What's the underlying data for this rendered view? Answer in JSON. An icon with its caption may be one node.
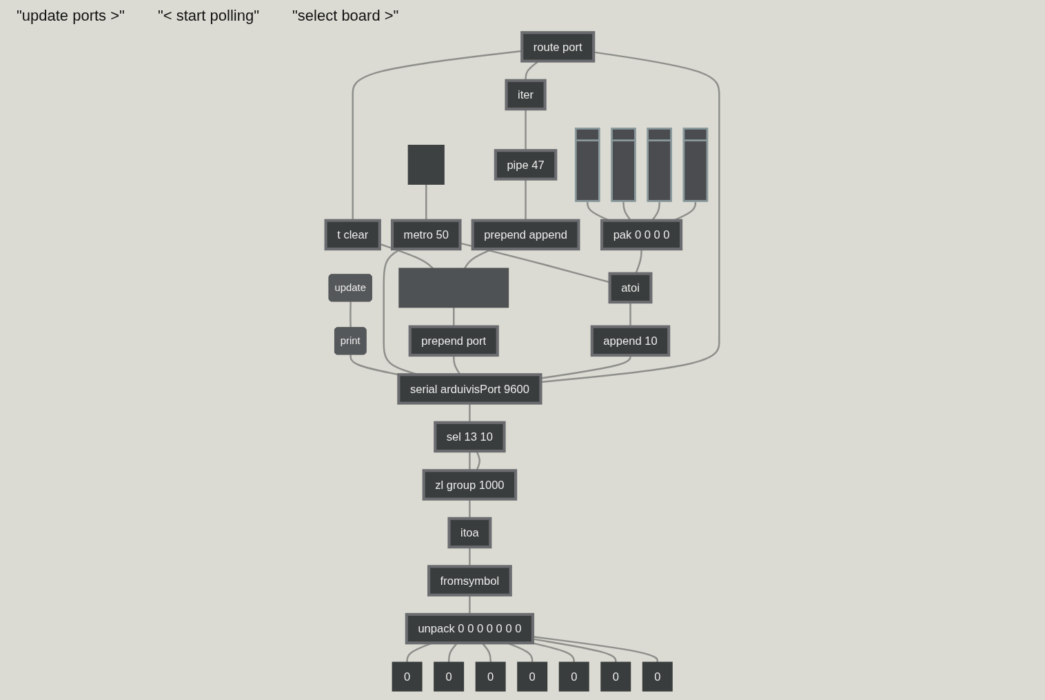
{
  "diagram": {
    "nodes": [
      {
        "text": [
          "route port"
        ]
      },
      {
        "text": [],
        "shape": "bar"
      },
      {
        "text": [],
        "shape": "bar"
      },
      {
        "text": [],
        "shape": "bar"
      },
      {
        "text": [],
        "shape": "bar"
      },
      {
        "text": [
          "t clear"
        ]
      },
      {
        "text": [
          "iter"
        ]
      },
      {
        "text": [
          "update"
        ]
      },
      {
        "text": [
          "pipe 47"
        ]
      },
      {
        "text": [],
        "shape": "box"
      },
      {
        "text": [
          "print"
        ]
      },
      {
        "text": [
          "prepend append"
        ]
      },
      {
        "text": [
          "metro 50"
        ]
      },
      {
        "text": [
          "pak 0 0 0 0"
        ]
      },
      {
        "text": [],
        "shape": "box"
      },
      {
        "text": [
          "atoi"
        ]
      },
      {
        "text": [
          "prepend port"
        ]
      },
      {
        "text": [
          "append 10"
        ]
      },
      {
        "text": [
          "serial arduivisPort 9600"
        ]
      },
      {
        "text": [
          "sel 13 10"
        ]
      },
      {
        "text": [
          "zl group 1000"
        ]
      },
      {
        "text": [
          "itoa"
        ]
      },
      {
        "text": [
          "fromsymbol"
        ]
      },
      {
        "text": [
          "unpack 0 0 0 0 0 0 0"
        ]
      },
      {
        "text": [
          "0"
        ]
      },
      {
        "text": [
          "0"
        ]
      },
      {
        "text": [
          "0"
        ]
      },
      {
        "text": [
          "0"
        ]
      },
      {
        "text": [
          "0"
        ]
      },
      {
        "text": [
          "0"
        ]
      },
      {
        "text": [
          "0"
        ]
      }
    ],
    "edges": [
      {
        "from": 0,
        "to": 5,
        "arrow": "none"
      },
      {
        "from": 0,
        "to": 6,
        "arrow": "none"
      },
      {
        "from": 5,
        "to": 14,
        "arrow": "none"
      },
      {
        "from": 7,
        "to": 10,
        "arrow": "none"
      },
      {
        "from": 10,
        "to": 18,
        "arrow": "none"
      },
      {
        "from": 6,
        "to": 8,
        "arrow": "none"
      },
      {
        "from": 8,
        "to": 11,
        "arrow": "none"
      },
      {
        "from": 11,
        "to": 14,
        "arrow": "none"
      },
      {
        "from": 9,
        "to": 12,
        "arrow": "none"
      },
      {
        "from": 12,
        "to": 15,
        "arrow": "none"
      },
      {
        "from": 12,
        "to": 18,
        "arrow": "none"
      },
      {
        "from": 1,
        "to": 13,
        "arrow": "none"
      },
      {
        "from": 2,
        "to": 13,
        "arrow": "none"
      },
      {
        "from": 3,
        "to": 13,
        "arrow": "none"
      },
      {
        "from": 4,
        "to": 13,
        "arrow": "none"
      },
      {
        "from": 13,
        "to": 15,
        "arrow": "none"
      },
      {
        "from": 14,
        "to": 16,
        "arrow": "none"
      },
      {
        "from": 15,
        "to": 17,
        "arrow": "none"
      },
      {
        "from": 16,
        "to": 18,
        "arrow": "none"
      },
      {
        "from": 17,
        "to": 18,
        "arrow": "none"
      },
      {
        "from": 18,
        "to": 0,
        "arrow": "none"
      },
      {
        "from": 18,
        "to": 19,
        "arrow": "none"
      },
      {
        "from": 19,
        "to": 20,
        "arrow": "none"
      },
      {
        "from": 19,
        "to": 20,
        "arrow": "none"
      },
      {
        "from": 20,
        "to": 21,
        "arrow": "none"
      },
      {
        "from": 21,
        "to": 22,
        "arrow": "none"
      },
      {
        "from": 22,
        "to": 23,
        "arrow": "none"
      },
      {
        "from": 23,
        "to": 24,
        "arrow": "none"
      },
      {
        "from": 23,
        "to": 25,
        "arrow": "none"
      },
      {
        "from": 23,
        "to": 26,
        "arrow": "none"
      },
      {
        "from": 23,
        "to": 27,
        "arrow": "none"
      },
      {
        "from": 23,
        "to": 28,
        "arrow": "none"
      },
      {
        "from": 23,
        "to": 29,
        "arrow": "none"
      },
      {
        "from": 23,
        "to": 30,
        "arrow": "none"
      }
    ],
    "labels": [
      "\"update ports >\"",
      "\"< start polling\"",
      "\"select board >\""
    ]
  }
}
